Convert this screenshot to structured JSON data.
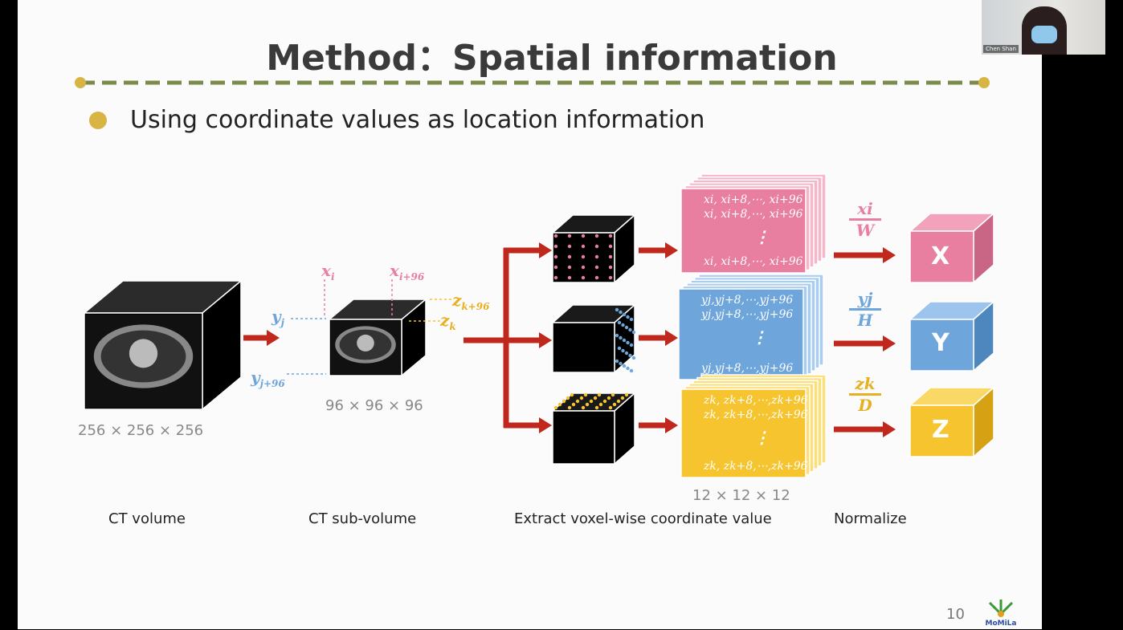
{
  "slide": {
    "title": "Method：Spatial information",
    "bullet": "Using coordinate values as location information",
    "page_number": "10",
    "logo_text": "MoMiLa",
    "dims": {
      "ct_volume": "256 × 256 × 256",
      "sub_volume": "96 × 96 × 96",
      "voxel": "12 × 12 × 12"
    },
    "captions": {
      "ct_volume": "CT volume",
      "sub_volume": "CT sub-volume",
      "extract": "Extract voxel-wise coordinate value",
      "normalize": "Normalize"
    },
    "labels": {
      "xi": "x",
      "xi_sub": "i",
      "xi96": "x",
      "xi96_sub": "i+96",
      "yj": "y",
      "yj_sub": "j",
      "yj96": "y",
      "yj96_sub": "j+96",
      "zk": "z",
      "zk_sub": "k",
      "zk96": "z",
      "zk96_sub": "k+96"
    },
    "rows": {
      "x": "xi, xi+8,⋯, xi+96",
      "y": "yj,yj+8,⋯,yj+96",
      "z": "zk, zk+8,⋯,zk+96",
      "dots": "⋮"
    },
    "fractions": {
      "x_num": "xi",
      "x_den": "W",
      "y_num": "yj",
      "y_den": "H",
      "z_num": "zk",
      "z_den": "D"
    },
    "outputs": {
      "x": "X",
      "y": "Y",
      "z": "Z"
    },
    "colors": {
      "pink": "#e97fa0",
      "blue": "#6ea6dc",
      "yellow": "#f6c42e",
      "red": "#c0281e",
      "olive": "#7b8b4b",
      "gold": "#d8b445"
    }
  },
  "webcam": {
    "name": "Chen Shan"
  }
}
